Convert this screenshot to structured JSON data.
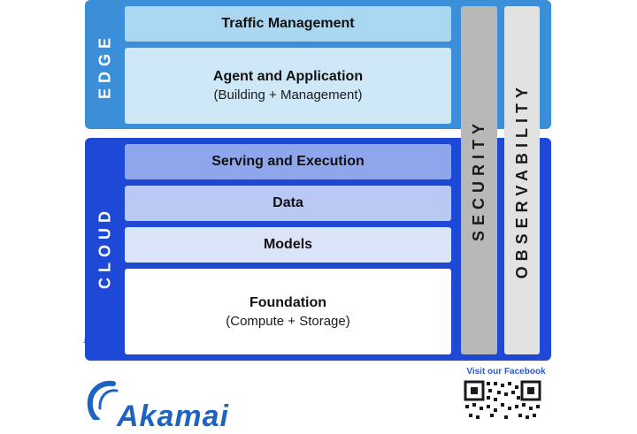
{
  "edge": {
    "label": "EDGE",
    "layers": [
      {
        "title": "Traffic Management",
        "subtitle": ""
      },
      {
        "title": "Agent and Application",
        "subtitle": "(Building + Management)"
      }
    ]
  },
  "cloud": {
    "label": "CLOUD",
    "layers": [
      {
        "title": "Serving and Execution",
        "subtitle": ""
      },
      {
        "title": "Data",
        "subtitle": ""
      },
      {
        "title": "Models",
        "subtitle": ""
      },
      {
        "title": "Foundation",
        "subtitle": "(Compute + Storage)"
      }
    ]
  },
  "pillars": {
    "security": "SECURITY",
    "observability": "OBSERVABILITY"
  },
  "footer": {
    "facebook_caption": "Visit our Facebook",
    "brand": "Akamai",
    "qr_icon": "qr-code-icon",
    "logo_icon": "akamai-swoosh-icon"
  },
  "colors": {
    "edge_panel": "#3b8fd9",
    "cloud_panel": "#1d49d6",
    "security_pillar": "#b8b8b8",
    "observability_pillar": "#e2e2e2"
  }
}
